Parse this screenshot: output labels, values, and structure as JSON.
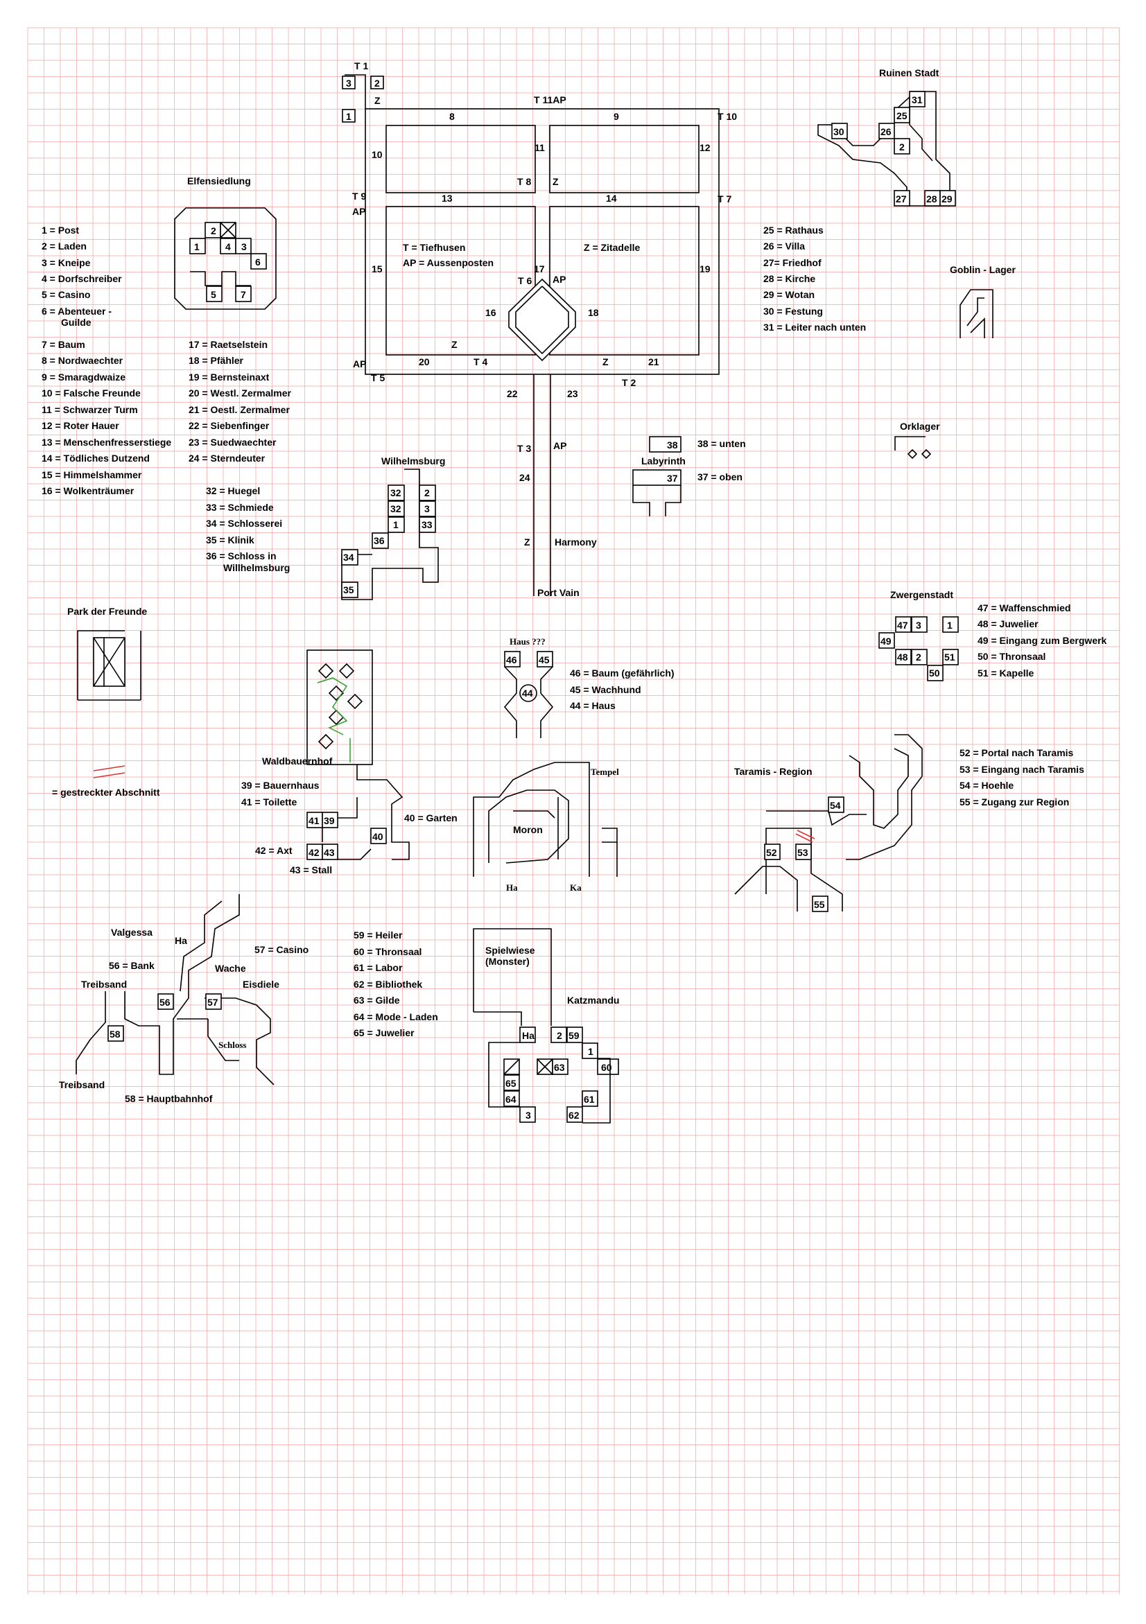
{
  "colors": {
    "grid": "#f2a3a3",
    "ink": "#000000",
    "highlight_red": "#e03030",
    "highlight_green": "#2ca02c"
  },
  "map": {
    "ruinen": {
      "title": "Ruinen Stadt"
    },
    "elfen": {
      "title": "Elfensiedlung"
    },
    "goblin": {
      "title": "Goblin - Lager"
    },
    "orklager": {
      "title": "Orklager"
    },
    "labyrinth": {
      "title": "Labyrinth",
      "legend": [
        "38 = unten",
        "37 = oben"
      ]
    },
    "wilhelmsburg": {
      "title": "Wilhelmsburg"
    },
    "zwergenstadt": {
      "title": "Zwergenstadt"
    },
    "park": {
      "title": "Park der Freunde"
    },
    "haus": {
      "title": "Haus ???"
    },
    "waldbauernhof": {
      "title": "Waldbauernhof"
    },
    "taramis": {
      "title": "Taramis - Region"
    },
    "valgessa": {
      "title": "Valgessa"
    },
    "tiefhusen": {
      "t_legend": "T = Tiefhusen",
      "ap_legend": "AP = Aussenposten",
      "z_legend": "Z = Zitadelle"
    },
    "legend_left": [
      "1 = Post",
      "2 = Laden",
      "3 = Kneipe",
      "4 = Dorfschreiber",
      "5 = Casino",
      "6 = Abenteuer -",
      "Guilde",
      "7 = Baum",
      "8 = Nordwaechter",
      "9 = Smaragdwaize",
      "10 = Falsche Freunde",
      "11 = Schwarzer Turm",
      "12 = Roter Hauer",
      "13 = Menschenfresserstiege",
      "14 = Tödliches Dutzend",
      "15 = Himmelshammer",
      "16 = Wolkenträumer"
    ],
    "legend_mid": [
      "17 = Raetselstein",
      "18 = Pfähler",
      "19 = Bernsteinaxt",
      "20 = Westl. Zermalmer",
      "21 = Oestl. Zermalmer",
      "22 = Siebenfinger",
      "23 = Suedwaechter",
      "24 = Sterndeuter"
    ],
    "legend_32": [
      "32 = Huegel",
      "33 = Schmiede",
      "34 = Schlosserei",
      "35 = Klinik",
      "36 = Schloss in",
      "Willhelmsburg"
    ],
    "legend_right": [
      "25 = Rathaus",
      "26 = Villa",
      "27= Friedhof",
      "28 = Kirche",
      "29 = Wotan",
      "30 = Festung",
      "31 = Leiter nach unten"
    ],
    "legend_zwergen": [
      "47 = Waffenschmied",
      "48 = Juwelier",
      "49 = Eingang zum Bergwerk",
      "50 = Thronsaal",
      "51 = Kapelle"
    ],
    "legend_haus": [
      "46 = Baum (gefährlich)",
      "45 = Wachhund",
      "44 = Haus"
    ],
    "legend_wald": [
      "39 = Bauernhaus",
      "41 = Toilette",
      "40 = Garten",
      "42 = Axt",
      "43 = Stall"
    ],
    "legend_taramis": [
      "52 = Portal nach Taramis",
      "53 = Eingang nach Taramis",
      "54 = Hoehle",
      "55 = Zugang zur Region"
    ],
    "legend_katz": [
      "59 = Heiler",
      "60 = Thronsaal",
      "61 = Labor",
      "62 = Bibliothek",
      "63 = Gilde",
      "64 = Mode - Laden",
      "65 = Juwelier"
    ],
    "legend_valgessa": [
      "56 = Bank",
      "57 = Casino",
      "58 = Hauptbahnhof"
    ],
    "gestreckt": "= gestreckter Abschnitt",
    "labels": {
      "t1": "T 1",
      "t11ap": "T 11AP",
      "t10": "T 10",
      "t9": "T 9",
      "ap_w": "AP",
      "t8": "T 8",
      "t7": "T 7",
      "t6": "T 6",
      "ap_n": "AP",
      "t4": "T 4",
      "t5": "T 5",
      "ap_sw": "AP",
      "t2": "T 2",
      "t3": "T 3",
      "ap_s": "AP",
      "z": "Z",
      "harmony": "Harmony",
      "portvain": "Port Vain",
      "moron": "Moron",
      "tempel": "Tempel",
      "ha": "Ha",
      "ka": "Ka",
      "spielwiese1": "Spielwiese",
      "spielwiese2": "(Monster)",
      "katzmandu": "Katzmandu",
      "wache": "Wache",
      "eisdiele": "Eisdiele",
      "treibsand": "Treibsand",
      "schloss": "Schloss"
    }
  }
}
